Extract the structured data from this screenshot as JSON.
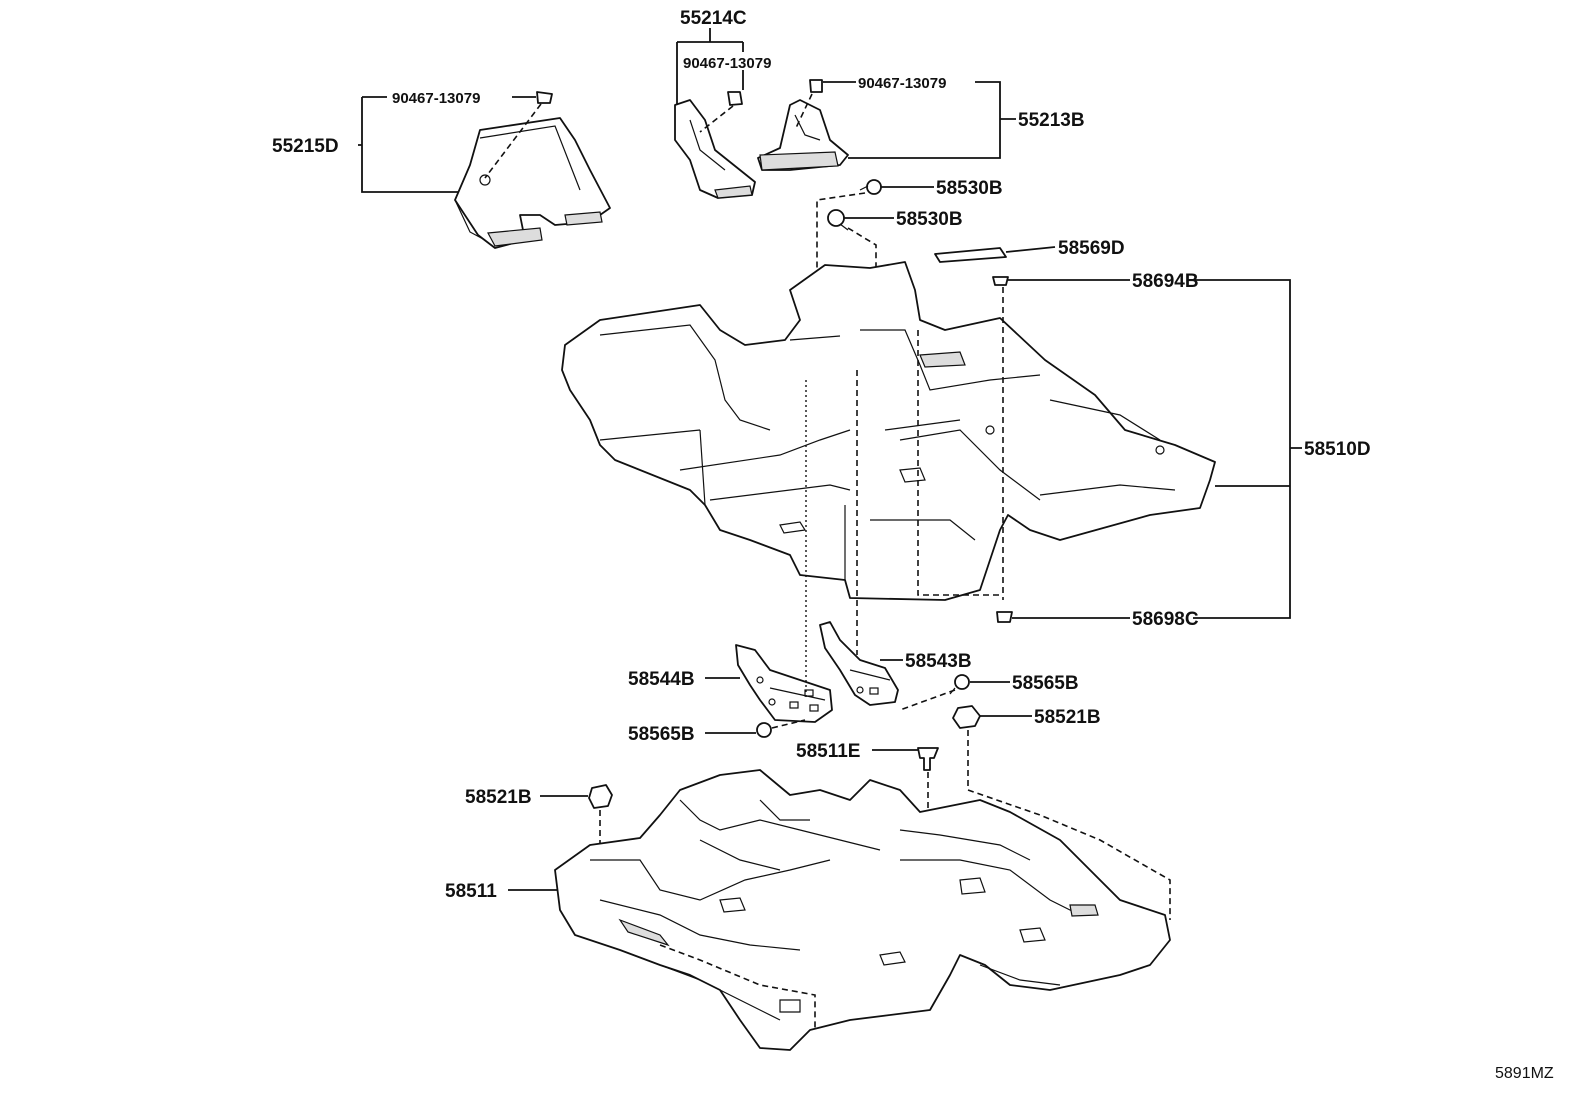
{
  "labels": {
    "p55214C": "55214C",
    "p90467_a": "90467-13079",
    "p90467_b": "90467-13079",
    "p90467_c": "90467-13079",
    "p55215D": "55215D",
    "p55213B": "55213B",
    "p58530B_a": "58530B",
    "p58530B_b": "58530B",
    "p58569D": "58569D",
    "p58694B": "58694B",
    "p58510D": "58510D",
    "p58698C": "58698C",
    "p58543B": "58543B",
    "p58544B": "58544B",
    "p58565B_a": "58565B",
    "p58565B_b": "58565B",
    "p58521B_a": "58521B",
    "p58521B_b": "58521B",
    "p58511E": "58511E",
    "p58511": "58511"
  },
  "diagram_id": "5891MZ"
}
